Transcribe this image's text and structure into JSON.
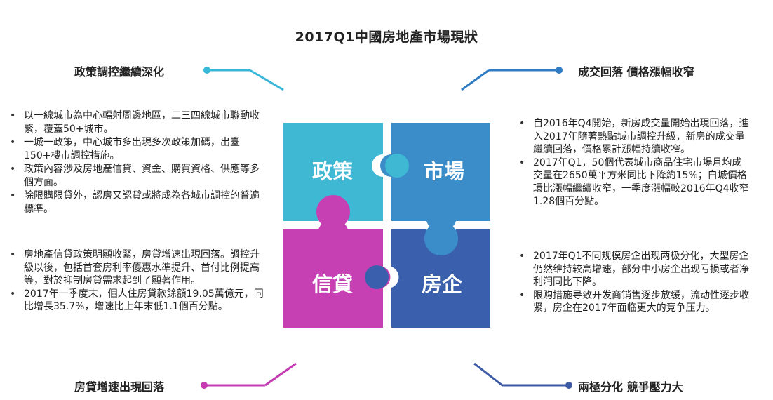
{
  "title": "2017Q1中國房地產市場現狀",
  "sections": {
    "top_left": {
      "heading": "政策調控繼續深化",
      "color": "#3ab6d9",
      "bullets": [
        "以一線城市為中心輻射周邊地區，二三四線城市聯動收緊，覆蓋50+城市。",
        "一城一政策，中心城市多出現多次政策加碼，出臺150+樓市調控措施。",
        "政策內容涉及房地產信貸、資金、購買資格、供應等多個方面。",
        "除限購限貸外，認房又認貸或將成為各城市調控的普遍標準。"
      ]
    },
    "bottom_left": {
      "heading": "房貸增速出現回落",
      "color": "#c33bb0",
      "bullets": [
        "房地產信貸政策明顯收緊，房貸增速出現回落。調控升級以後，包括首套房利率優惠水準提升、首付比例提高等，對於抑制房貸需求起到了顯著作用。",
        "2017年一季度末，個人住房貸款餘額19.05萬億元，同比增長35.7%，增速比上年末低1.1個百分點。"
      ]
    },
    "top_right": {
      "heading": "成交回落 價格漲幅收窄",
      "color": "#2f7bc4",
      "bullets": [
        "自2016年Q4開始，新房成交量開始出現回落，進入2017年隨著熱點城市調控升級，新房的成交量繼續回落，價格累計漲幅持續收窄。",
        "2017年Q1，50個代表城市商品住宅市場月均成交量在2650萬平方米同比下降約15%；白城價格環比漲幅繼續收窄，一季度漲幅較2016年Q4收窄1.28個百分點。"
      ]
    },
    "bottom_right": {
      "heading": "兩極分化 競爭壓力大",
      "color": "#3d5aa6",
      "bullets": [
        "2017年Q1不同规模房企出现两极分化，大型房企仍然维持较高增速，部分中小房企出现亏损或者净利润同比下降。",
        "限购措施导致开发商销售逐步放缓，流动性逐步收紧，房企在2017年面临更大的竞争压力。"
      ]
    }
  },
  "puzzle": {
    "pieces": [
      {
        "label": "政策",
        "color": "#3fb8d4"
      },
      {
        "label": "市場",
        "color": "#3b8dc9"
      },
      {
        "label": "信貸",
        "color": "#c63fb3"
      },
      {
        "label": "房企",
        "color": "#3a60ad"
      }
    ]
  }
}
